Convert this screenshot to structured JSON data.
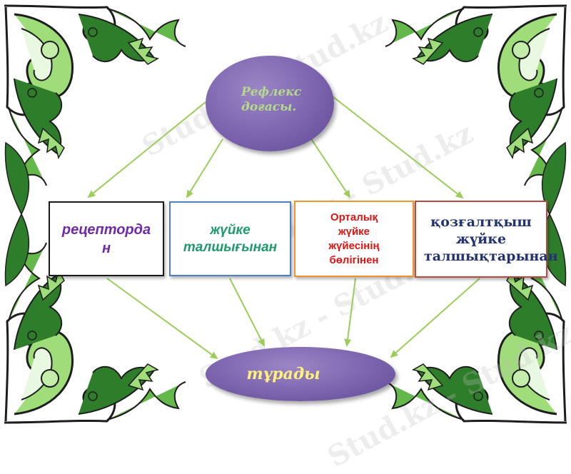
{
  "diagram": {
    "top_node": "Рефлекс доғасы.",
    "bottom_node": "тұрады",
    "boxes": [
      {
        "label": "рецептордан"
      },
      {
        "label": "жүйке талшығынан"
      },
      {
        "label": "Орталық жүйке жүйесінің бөлігінен"
      },
      {
        "label": "қозғалтқыш жүйке талшықтарынан"
      }
    ]
  },
  "watermark": "Stud.kz - Stud.kz",
  "colors": {
    "ellipse": "#7c64ae",
    "arrow": "#9ccc5a",
    "ornament_dark": "#2e7d2b",
    "ornament_light": "#9fdc7a"
  }
}
